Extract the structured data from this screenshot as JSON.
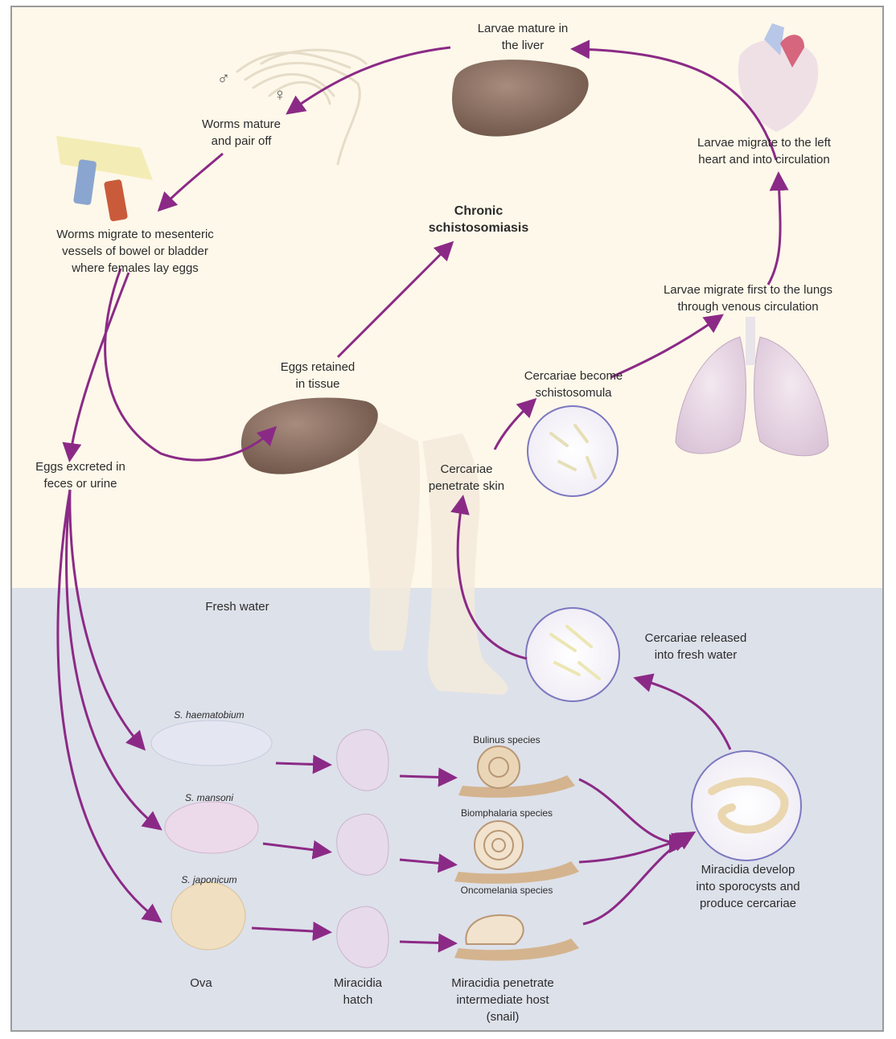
{
  "labels": {
    "larvae_liver": "Larvae mature in\nthe liver",
    "worms_pair": "Worms mature\nand pair off",
    "heart": "Larvae migrate to the left\nheart and into circulation",
    "chronic": "Chronic\nschistosomiasis",
    "mesenteric": "Worms migrate to mesenteric\nvessels of bowel or bladder\nwhere females lay eggs",
    "lungs": "Larvae migrate first to the lungs\nthrough venous circulation",
    "eggs_retained": "Eggs retained\nin tissue",
    "schistosomula": "Cercariae become\nschistosomula",
    "eggs_excreted": "Eggs excreted in\nfeces or urine",
    "penetrate_skin": "Cercariae\npenetrate skin",
    "fresh_water": "Fresh water",
    "cercariae_released": "Cercariae released\ninto fresh water",
    "haematobium": "S. haematobium",
    "bulinus": "Bulinus species",
    "mansoni": "S. mansoni",
    "biomphalaria": "Biomphalaria species",
    "japonicum": "S. japonicum",
    "oncomelania": "Oncomelania species",
    "sporocysts": "Miracidia develop\ninto sporocysts and\nproduce cercariae",
    "ova": "Ova",
    "miracidia_hatch": "Miracidia\nhatch",
    "miracidia_penetrate": "Miracidia penetrate\nintermediate host\n(snail)",
    "male_symbol": "♂",
    "female_symbol": "♀"
  },
  "colors": {
    "arrow": "#8b2a86",
    "land": "#fdf8ea",
    "water": "#dde1ea",
    "liver": "#8f7466",
    "circle": "#7c78c0"
  }
}
